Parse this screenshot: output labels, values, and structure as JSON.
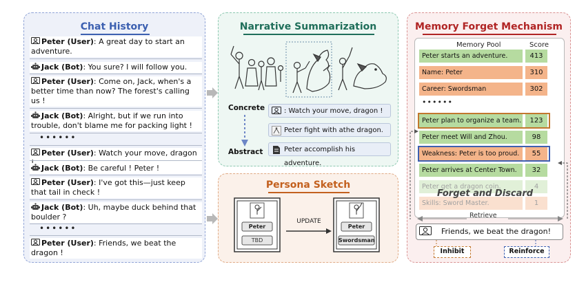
{
  "chat": {
    "title": "Chat History",
    "messages": [
      {
        "speaker": "Peter (User)",
        "text": ": A great day to start an adventure."
      },
      {
        "speaker": "Jack (Bot)",
        "text": ": You sure? I will follow you."
      },
      {
        "speaker": "Peter (User)",
        "text": ": Come on, Jack, when's a better time than now? The forest's calling us !"
      },
      {
        "speaker": "Jack (Bot)",
        "text": ": Alright, but if we run into trouble, don't blame me for packing light !"
      },
      {
        "speaker": "Peter (User)",
        "text": ": Watch your move, dragon !"
      },
      {
        "speaker": "Jack (Bot)",
        "text": ": Be careful ! Peter !"
      },
      {
        "speaker": "Peter (User)",
        "text": ": I've got this—just keep that tail in check !"
      },
      {
        "speaker": "Jack (Bot)",
        "text": ": Uh, maybe duck behind that boulder ?"
      },
      {
        "speaker": "Peter (User)",
        "text": ":  Friends, we beat the dragon !"
      }
    ],
    "ellipsis": "••••••"
  },
  "narrative": {
    "title": "Narrative Summarization",
    "concrete_label": "Concrete",
    "abstract_label": "Abstract",
    "rows": [
      ": Watch your move, dragon !",
      "Peter fight with athe dragon.",
      "Peter accomplish his adventure."
    ]
  },
  "persona": {
    "title": "Persona Sketch",
    "update_label": "UPDATE",
    "before": {
      "name": "Peter",
      "role": "TBD"
    },
    "after": {
      "name": "Peter",
      "role": "Swordsman"
    }
  },
  "memory": {
    "title": "Memory Forget Mechanism",
    "pool_label": "Memory Pool",
    "score_label": "Score",
    "items": [
      {
        "text": "Peter starts an adventure.",
        "score": "413",
        "color": "green"
      },
      {
        "text": "Name: Peter",
        "score": "310",
        "color": "orange"
      },
      {
        "text": "Career: Swordsman",
        "score": "302",
        "color": "orange"
      },
      {
        "text": "Peter plan to organize a team.",
        "score": "123",
        "color": "green"
      },
      {
        "text": "Peter meet Will and Zhou.",
        "score": "98",
        "color": "green"
      },
      {
        "text": "Weakness: Peter is too proud.",
        "score": "55",
        "color": "orange"
      },
      {
        "text": "Peter arrives at Center Town.",
        "score": "32",
        "color": "green"
      },
      {
        "text": "Peter get a dragon coin.",
        "score": "4",
        "color": "green"
      },
      {
        "text": "Skills: Sword Master.",
        "score": "1",
        "color": "orange"
      }
    ],
    "ellipsis": "••••••",
    "forget_label": "Forget and Discard",
    "retrieve_label": "Retrieve",
    "query": "Friends, we beat the dragon!",
    "inhibit_label": "Inhibit",
    "reinforce_label": "Reinforce"
  }
}
